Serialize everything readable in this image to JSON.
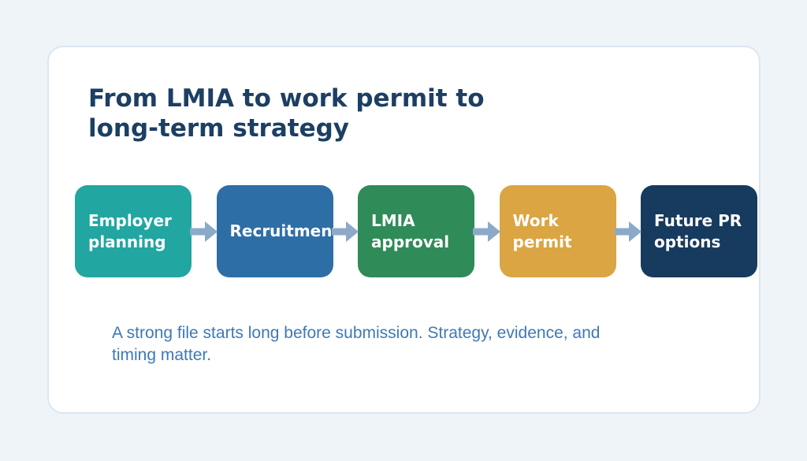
{
  "title": {
    "text": "From LMIA to work permit to long-term strategy",
    "lines": [
      "From LMIA to work permit to",
      "long-term strategy"
    ]
  },
  "flow": {
    "steps": [
      {
        "label": "Employer planning",
        "color": "#21a6a2"
      },
      {
        "label": "Recruitment",
        "color": "#2e6ea6"
      },
      {
        "label": "LMIA approval",
        "color": "#2f8b58"
      },
      {
        "label": "Work permit",
        "color": "#daa542"
      },
      {
        "label": "Future PR options",
        "color": "#173a5f"
      }
    ],
    "arrow_color": "#8caac8"
  },
  "caption": {
    "text": "A strong file starts long before submission. Strategy, evidence, and timing matter.",
    "lines": [
      "A strong file starts long before submission. Strategy, evidence, and",
      "timing matter."
    ]
  },
  "colors": {
    "page_background": "#eff4f9",
    "card_background": "#ffffff",
    "card_border": "#dbe6f2",
    "title": "#1c3f63",
    "caption": "#3e79b6",
    "step_text": "#ffffff"
  }
}
